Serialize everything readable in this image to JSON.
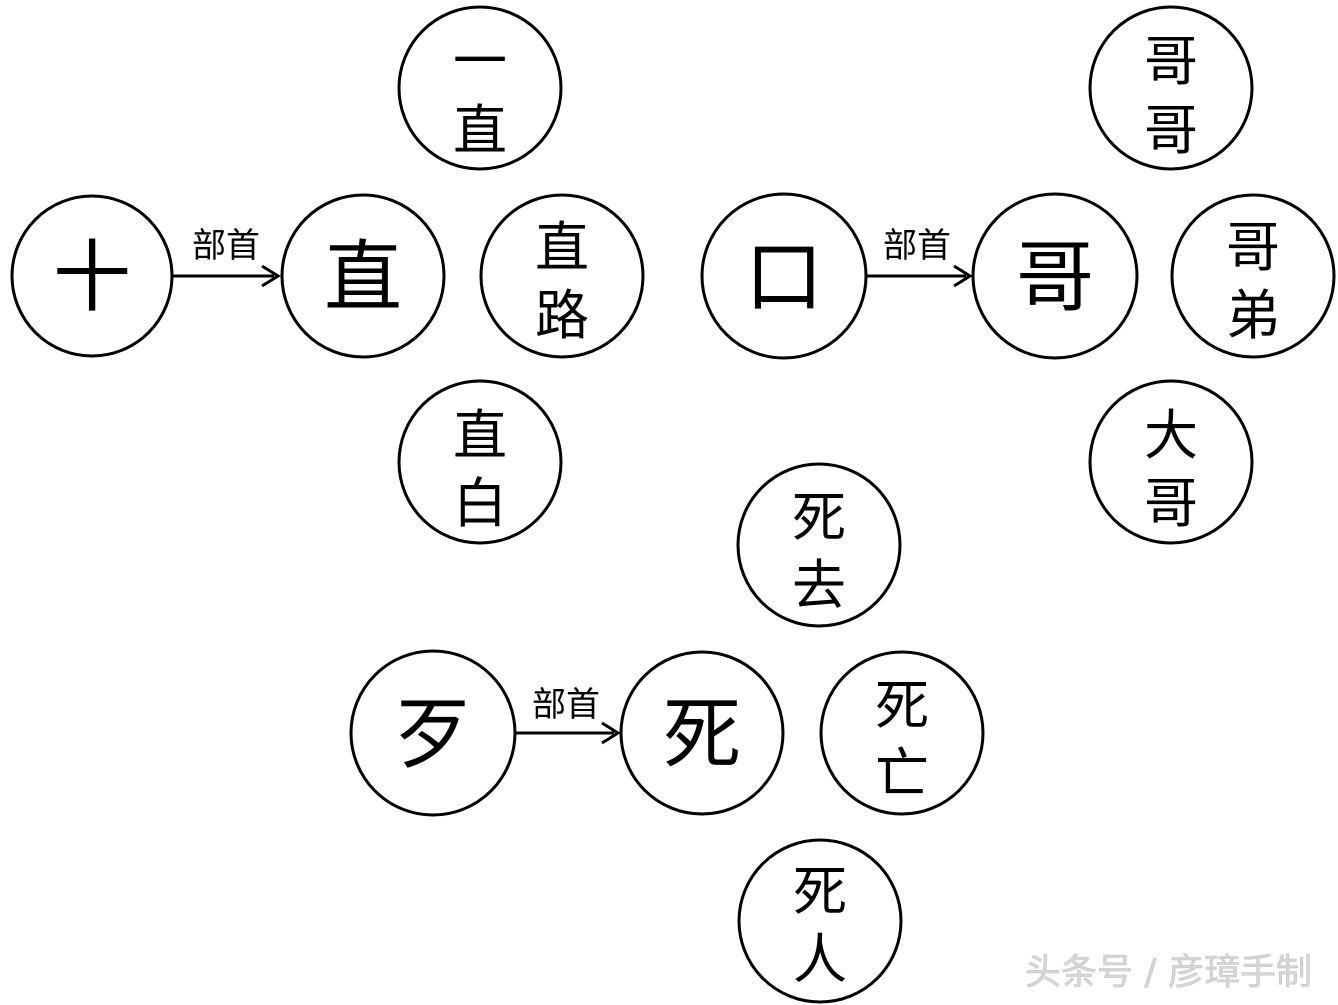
{
  "groups": [
    {
      "radical": "十",
      "arrow_label": "部首",
      "center": "直",
      "words": [
        [
          "一",
          "直"
        ],
        [
          "直",
          "路"
        ],
        [
          "直",
          "白"
        ]
      ]
    },
    {
      "radical": "口",
      "arrow_label": "部首",
      "center": "哥",
      "words": [
        [
          "哥",
          "哥"
        ],
        [
          "哥",
          "弟"
        ],
        [
          "大",
          "哥"
        ]
      ]
    },
    {
      "radical": "歹",
      "arrow_label": "部首",
      "center": "死",
      "words": [
        [
          "死",
          "去"
        ],
        [
          "死",
          "亡"
        ],
        [
          "死",
          "人"
        ]
      ]
    }
  ],
  "watermark": "头条号 / 彦璋手制"
}
